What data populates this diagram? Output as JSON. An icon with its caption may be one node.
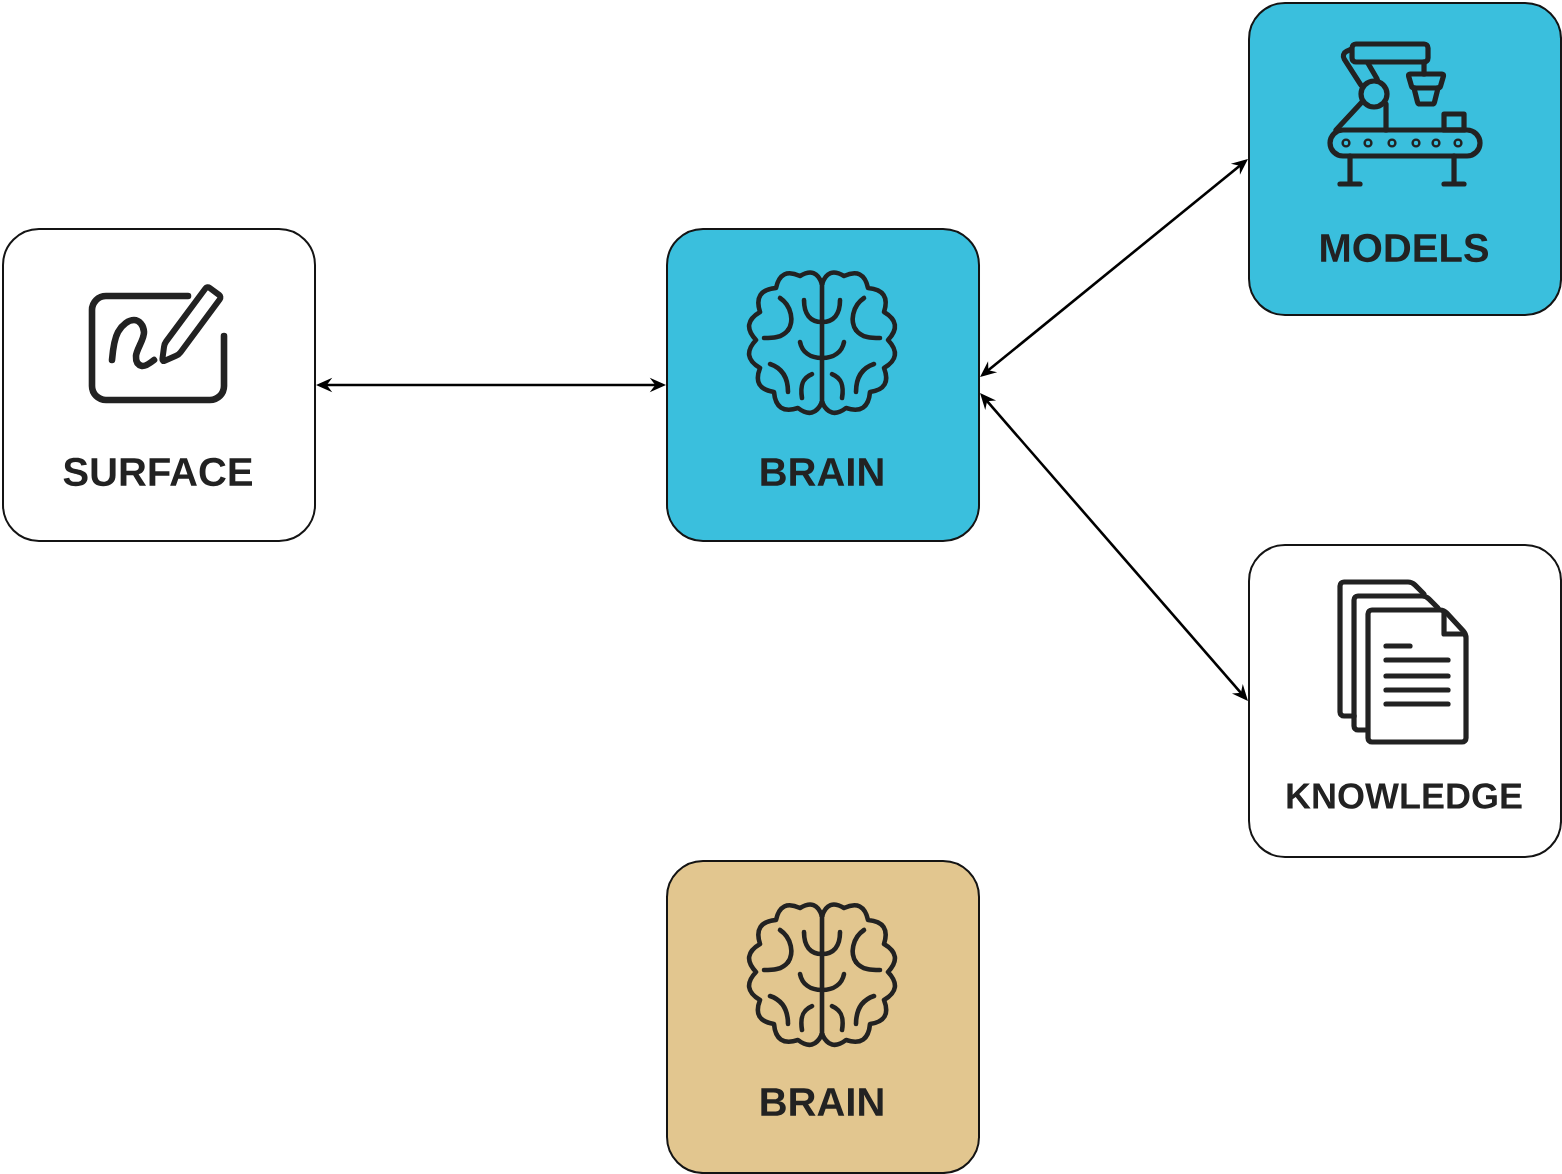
{
  "diagram": {
    "nodes": [
      {
        "text": [
          "SURFACE"
        ]
      },
      {
        "text": [
          "BRAIN"
        ]
      },
      {
        "text": [
          "MODELS"
        ]
      },
      {
        "text": [
          "KNOWLEDGE"
        ]
      },
      {
        "text": [
          "BRAIN"
        ]
      }
    ],
    "edges": [
      {
        "from": 0,
        "to": 1,
        "arrow": "both"
      },
      {
        "from": 1,
        "to": 2,
        "arrow": "both"
      },
      {
        "from": 1,
        "to": 3,
        "arrow": "both"
      }
    ]
  }
}
